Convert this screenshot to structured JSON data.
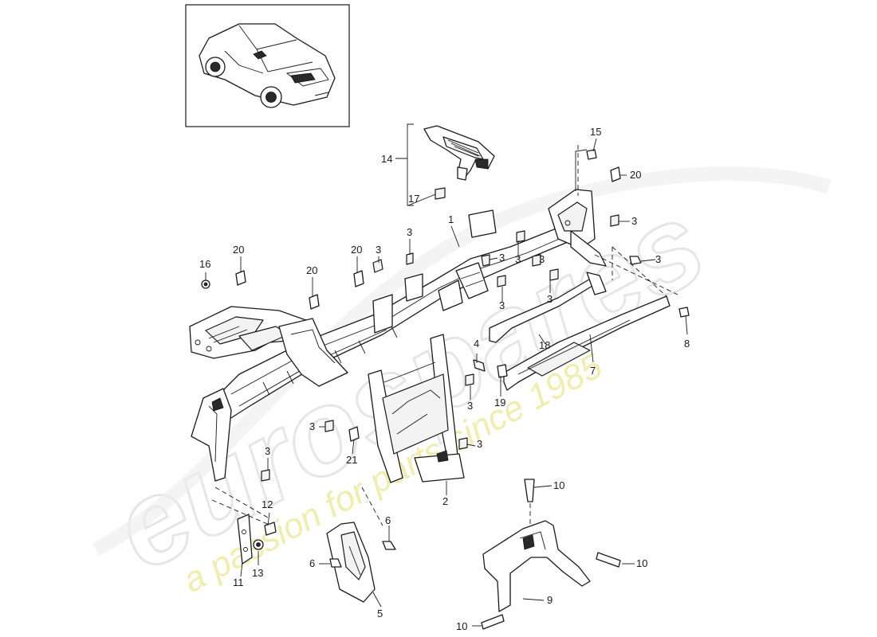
{
  "watermark": {
    "brand": "eurospares",
    "tagline": "a passion for parts since 1985"
  },
  "thumbnail": {
    "icon": "car-icon"
  },
  "callouts": [
    {
      "label": "1"
    },
    {
      "label": "2"
    },
    {
      "label": "3"
    },
    {
      "label": "4"
    },
    {
      "label": "5"
    },
    {
      "label": "6"
    },
    {
      "label": "7"
    },
    {
      "label": "8"
    },
    {
      "label": "9"
    },
    {
      "label": "10"
    },
    {
      "label": "11"
    },
    {
      "label": "12"
    },
    {
      "label": "13"
    },
    {
      "label": "14"
    },
    {
      "label": "15"
    },
    {
      "label": "16"
    },
    {
      "label": "17"
    },
    {
      "label": "18"
    },
    {
      "label": "19"
    },
    {
      "label": "20"
    },
    {
      "label": "21"
    }
  ]
}
